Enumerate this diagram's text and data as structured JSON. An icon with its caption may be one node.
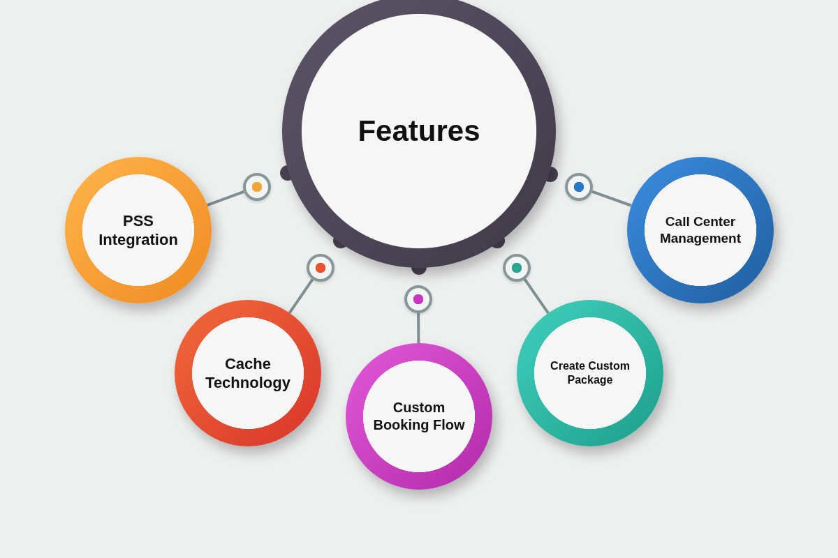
{
  "diagram": {
    "nodes": [
      {
        "text": [
          "Features"
        ]
      },
      {
        "text": [
          "PSS Integration"
        ]
      },
      {
        "text": [
          "Cache Technology"
        ]
      },
      {
        "text": [
          "Custom Booking Flow"
        ]
      },
      {
        "text": [
          "Create Custom Package"
        ]
      },
      {
        "text": [
          "Call Center Management"
        ]
      },
      {
        "text": [],
        "shape": "circle"
      },
      {
        "text": [],
        "shape": "circle"
      },
      {
        "text": [],
        "shape": "circle"
      },
      {
        "text": [],
        "shape": "circle"
      },
      {
        "text": [],
        "shape": "circle"
      }
    ],
    "edges": [
      {
        "from": 6,
        "to": 1,
        "arrow": "none"
      },
      {
        "from": 7,
        "to": 2,
        "arrow": "none"
      },
      {
        "from": 8,
        "to": 3,
        "arrow": "none"
      },
      {
        "from": 9,
        "to": 4,
        "arrow": "none"
      },
      {
        "from": 10,
        "to": 5,
        "arrow": "none"
      }
    ]
  }
}
